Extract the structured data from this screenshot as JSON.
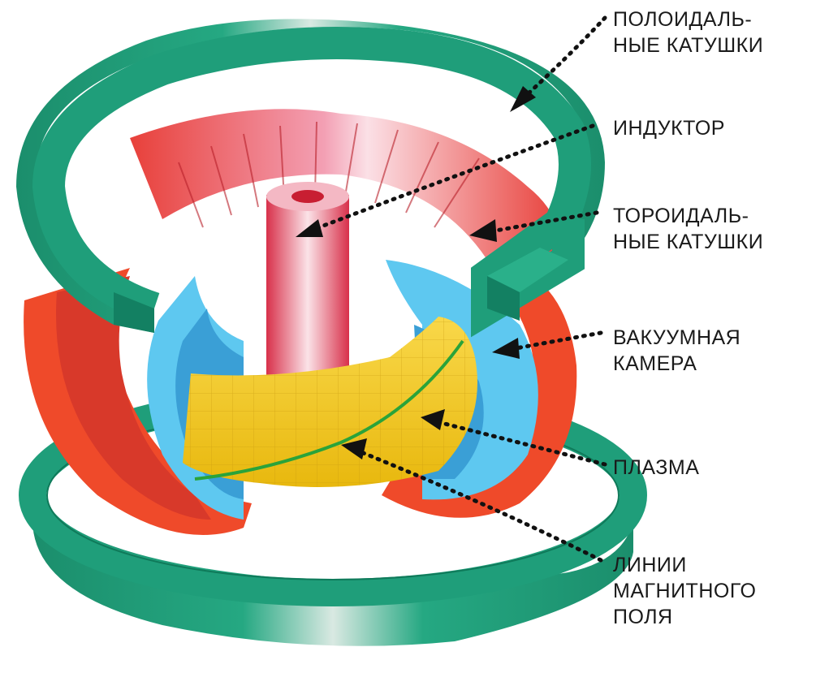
{
  "labels": {
    "poloidal": [
      "ПОЛОИДАЛЬ-",
      "НЫЕ КАТУШКИ"
    ],
    "inductor": [
      "ИНДУКТОР"
    ],
    "toroidal": [
      "ТОРОИДАЛЬ-",
      "НЫЕ КАТУШКИ"
    ],
    "vacuum": [
      "ВАКУУМНАЯ",
      "КАМЕРА"
    ],
    "plasma": [
      "ПЛАЗМА"
    ],
    "field_lines": [
      "ЛИНИИ",
      "МАГНИТНОГО",
      "ПОЛЯ"
    ]
  },
  "colors": {
    "poloidal_coil": "#1f9e7a",
    "toroidal_coil": "#ef4a2a",
    "inductor": "#e8506a",
    "vacuum_chamber": "#5ec8f0",
    "plasma": "#f6c91c",
    "field_line": "#2aa33a",
    "pointer": "#111111"
  },
  "icons": {
    "pointer": "dotted-arrow"
  }
}
